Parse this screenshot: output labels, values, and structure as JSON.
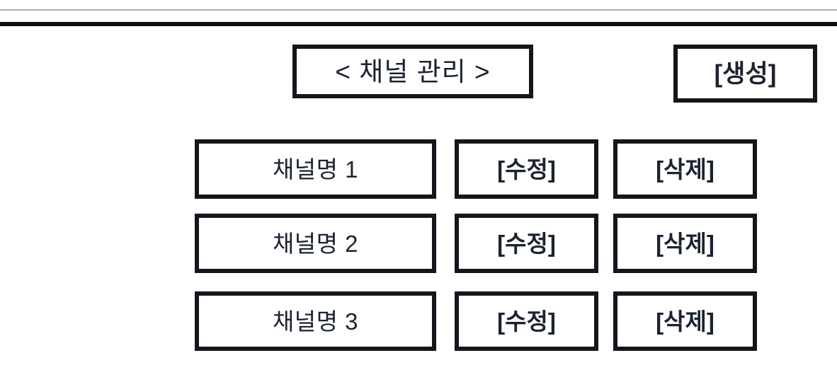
{
  "page": {
    "background_color": "#ffffff",
    "text_color": "#1b2330",
    "border_color": "#14161d"
  },
  "chrome": {
    "hairline_color": "#a8abbd",
    "rule_color": "#0c0d11"
  },
  "header": {
    "title": "< 채널 관리 >",
    "create_label": "[생성]"
  },
  "list": {
    "rows": [
      {
        "name": "채널명 1",
        "edit_label": "[수정]",
        "delete_label": "[삭제]"
      },
      {
        "name": "채널명 2",
        "edit_label": "[수정]",
        "delete_label": "[삭제]"
      },
      {
        "name": "채널명 3",
        "edit_label": "[수정]",
        "delete_label": "[삭제]"
      }
    ]
  }
}
